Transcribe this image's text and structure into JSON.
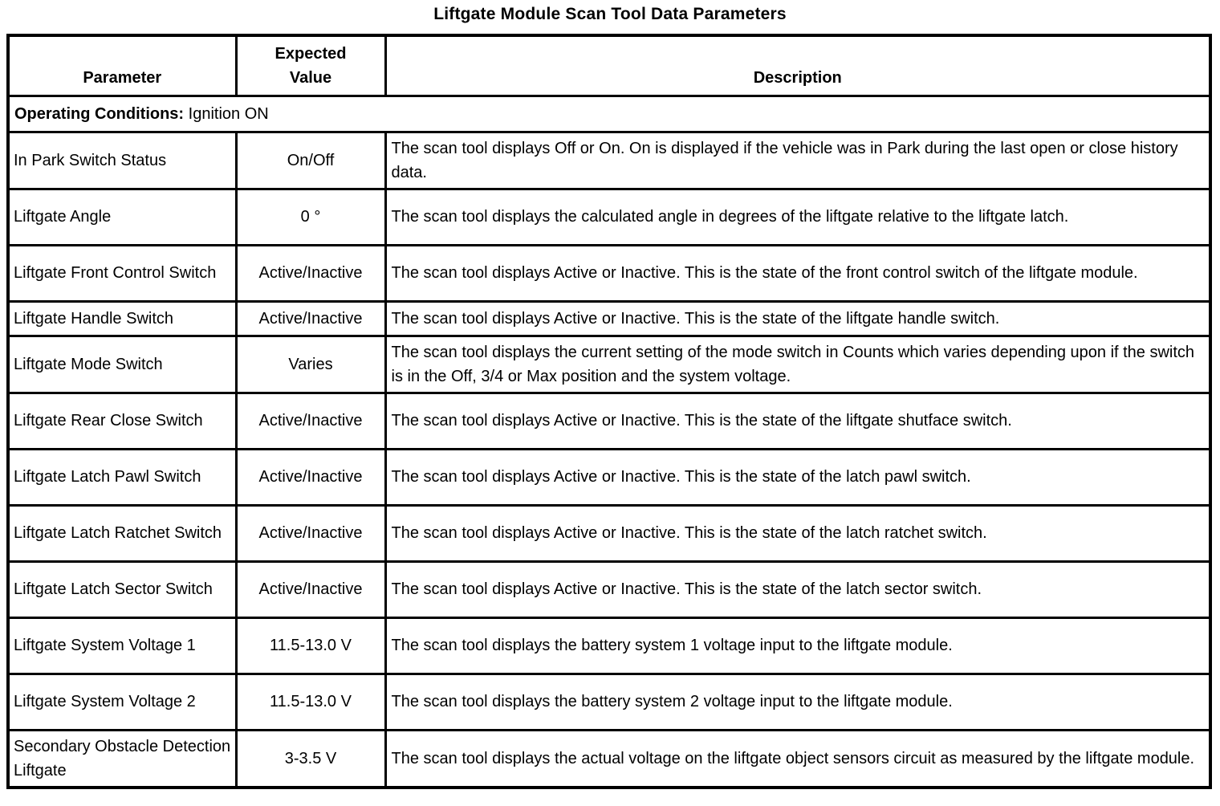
{
  "title": "Liftgate Module Scan Tool Data Parameters",
  "table": {
    "columns": [
      "Parameter",
      "Expected Value",
      "Description"
    ],
    "operating_conditions": {
      "label": "Operating Conditions:",
      "value": " Ignition ON"
    },
    "rows": [
      {
        "parameter": "In Park Switch Status",
        "expected_value": "On/Off",
        "description": "The scan tool displays Off or On. On is displayed if the vehicle was in Park during the last open or close history data."
      },
      {
        "parameter": "Liftgate Angle",
        "expected_value": "0 °",
        "description": "The scan tool displays the calculated angle in degrees of the liftgate relative to the liftgate latch."
      },
      {
        "parameter": "Liftgate Front Control Switch",
        "expected_value": "Active/Inactive",
        "description": "The scan tool displays Active or Inactive. This is the state of the front control switch of the liftgate module."
      },
      {
        "parameter": "Liftgate Handle Switch",
        "expected_value": "Active/Inactive",
        "description": "The scan tool displays Active or Inactive. This is the state of the liftgate handle switch."
      },
      {
        "parameter": "Liftgate Mode Switch",
        "expected_value": "Varies",
        "description": "The scan tool displays the current setting of the mode switch in Counts which varies depending upon if the switch is in the Off, 3/4 or Max position and the system voltage."
      },
      {
        "parameter": "Liftgate Rear Close Switch",
        "expected_value": "Active/Inactive",
        "description": "The scan tool displays Active or Inactive. This is the state of the liftgate shutface switch."
      },
      {
        "parameter": "Liftgate Latch Pawl Switch",
        "expected_value": "Active/Inactive",
        "description": "The scan tool displays Active or Inactive. This is the state of the latch pawl switch."
      },
      {
        "parameter": "Liftgate Latch Ratchet Switch",
        "expected_value": "Active/Inactive",
        "description": "The scan tool displays Active or Inactive. This is the state of the latch ratchet switch."
      },
      {
        "parameter": "Liftgate Latch Sector Switch",
        "expected_value": "Active/Inactive",
        "description": "The scan tool displays Active or Inactive. This is the state of the latch sector switch."
      },
      {
        "parameter": "Liftgate System Voltage 1",
        "expected_value": "11.5-13.0 V",
        "description": "The scan tool displays the battery system 1 voltage input to the liftgate module."
      },
      {
        "parameter": "Liftgate System Voltage 2",
        "expected_value": "11.5-13.0 V",
        "description": "The scan tool displays the battery system 2 voltage input to the liftgate module."
      },
      {
        "parameter": "Secondary Obstacle Detection Liftgate",
        "expected_value": "3-3.5 V",
        "description": "The scan tool displays the actual voltage on the liftgate object sensors circuit as measured by the liftgate module."
      }
    ]
  }
}
